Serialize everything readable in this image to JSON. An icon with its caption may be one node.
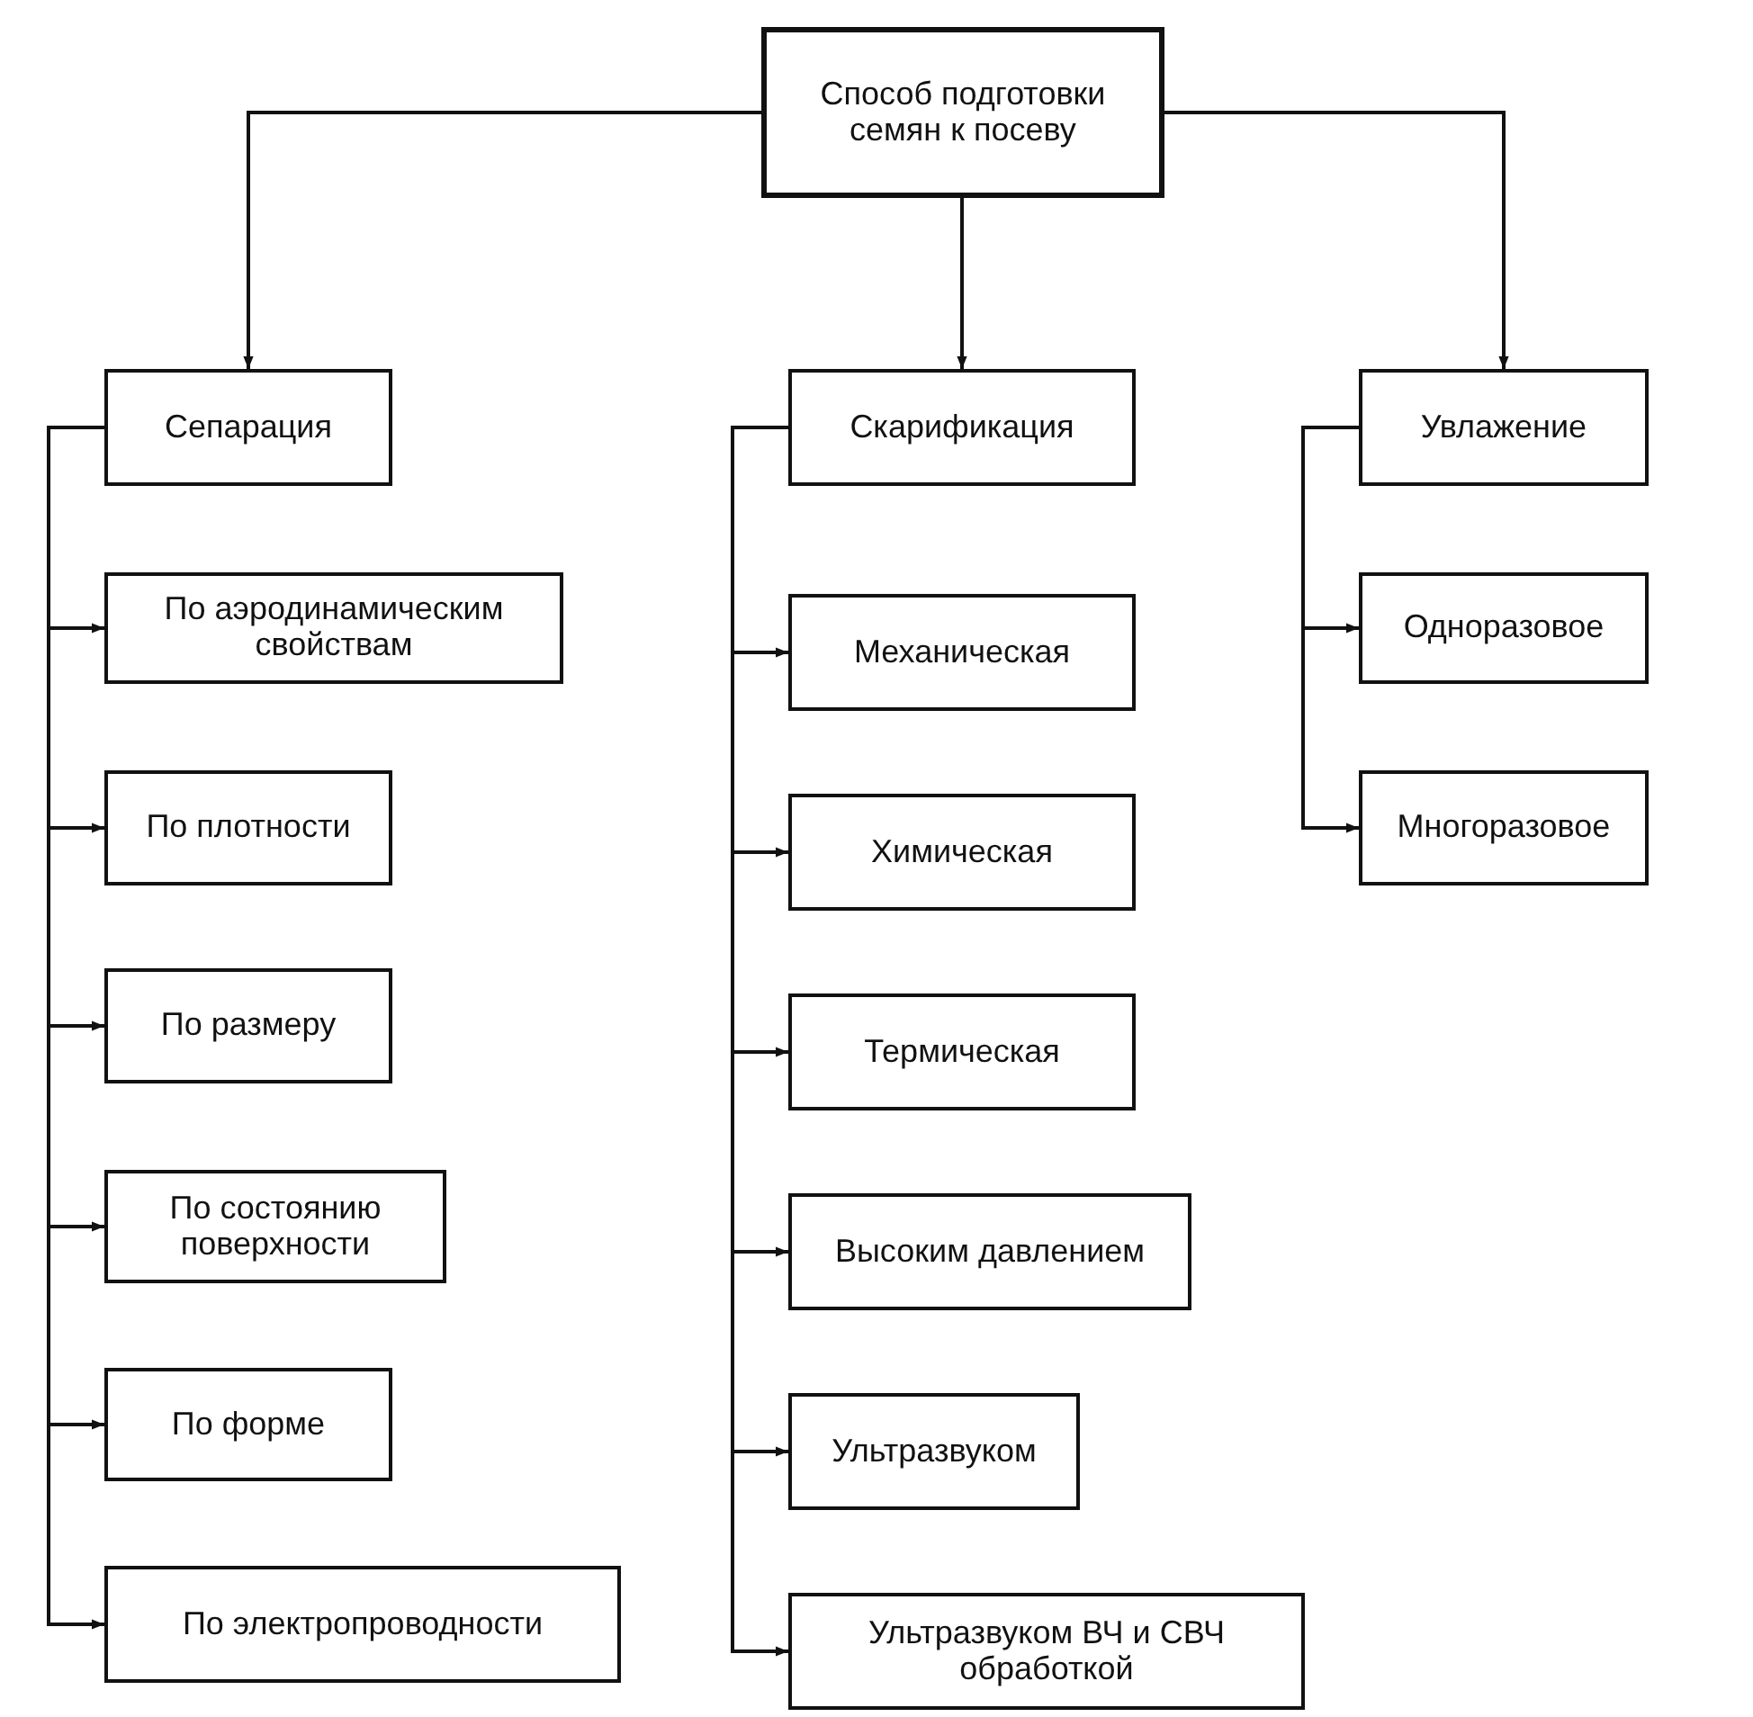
{
  "diagram": {
    "nodes": [
      {
        "text": [
          "Способ подготовки семян к посеву"
        ]
      },
      {
        "text": [
          "Сепарация"
        ]
      },
      {
        "text": [
          "Скарификация"
        ]
      },
      {
        "text": [
          "Увлажение"
        ]
      },
      {
        "text": [
          "По аэродинамическим свойствам"
        ]
      },
      {
        "text": [
          "По плотности"
        ]
      },
      {
        "text": [
          "По размеру"
        ]
      },
      {
        "text": [
          "По состоянию поверхности"
        ]
      },
      {
        "text": [
          "По форме"
        ]
      },
      {
        "text": [
          "По электропроводности"
        ]
      },
      {
        "text": [
          "Механическая"
        ]
      },
      {
        "text": [
          "Химическая"
        ]
      },
      {
        "text": [
          "Термическая"
        ]
      },
      {
        "text": [
          "Высоким давлением"
        ]
      },
      {
        "text": [
          "Ультразвуком"
        ]
      },
      {
        "text": [
          "Ультразвуком ВЧ и СВЧ обработкой"
        ]
      },
      {
        "text": [
          "Одноразовое"
        ]
      },
      {
        "text": [
          "Многоразовое"
        ]
      }
    ],
    "edges": [
      {
        "from": 0,
        "to": 1,
        "arrow": "to"
      },
      {
        "from": 0,
        "to": 2,
        "arrow": "to"
      },
      {
        "from": 0,
        "to": 3,
        "arrow": "to"
      },
      {
        "from": 1,
        "to": 4,
        "arrow": "to"
      },
      {
        "from": 1,
        "to": 5,
        "arrow": "to"
      },
      {
        "from": 1,
        "to": 6,
        "arrow": "to"
      },
      {
        "from": 1,
        "to": 7,
        "arrow": "to"
      },
      {
        "from": 1,
        "to": 8,
        "arrow": "to"
      },
      {
        "from": 1,
        "to": 9,
        "arrow": "to"
      },
      {
        "from": 2,
        "to": 10,
        "arrow": "to"
      },
      {
        "from": 2,
        "to": 11,
        "arrow": "to"
      },
      {
        "from": 2,
        "to": 12,
        "arrow": "to"
      },
      {
        "from": 2,
        "to": 13,
        "arrow": "to"
      },
      {
        "from": 2,
        "to": 14,
        "arrow": "to"
      },
      {
        "from": 2,
        "to": 15,
        "arrow": "to"
      },
      {
        "from": 3,
        "to": 16,
        "arrow": "to"
      },
      {
        "from": 3,
        "to": 17,
        "arrow": "to"
      }
    ]
  }
}
